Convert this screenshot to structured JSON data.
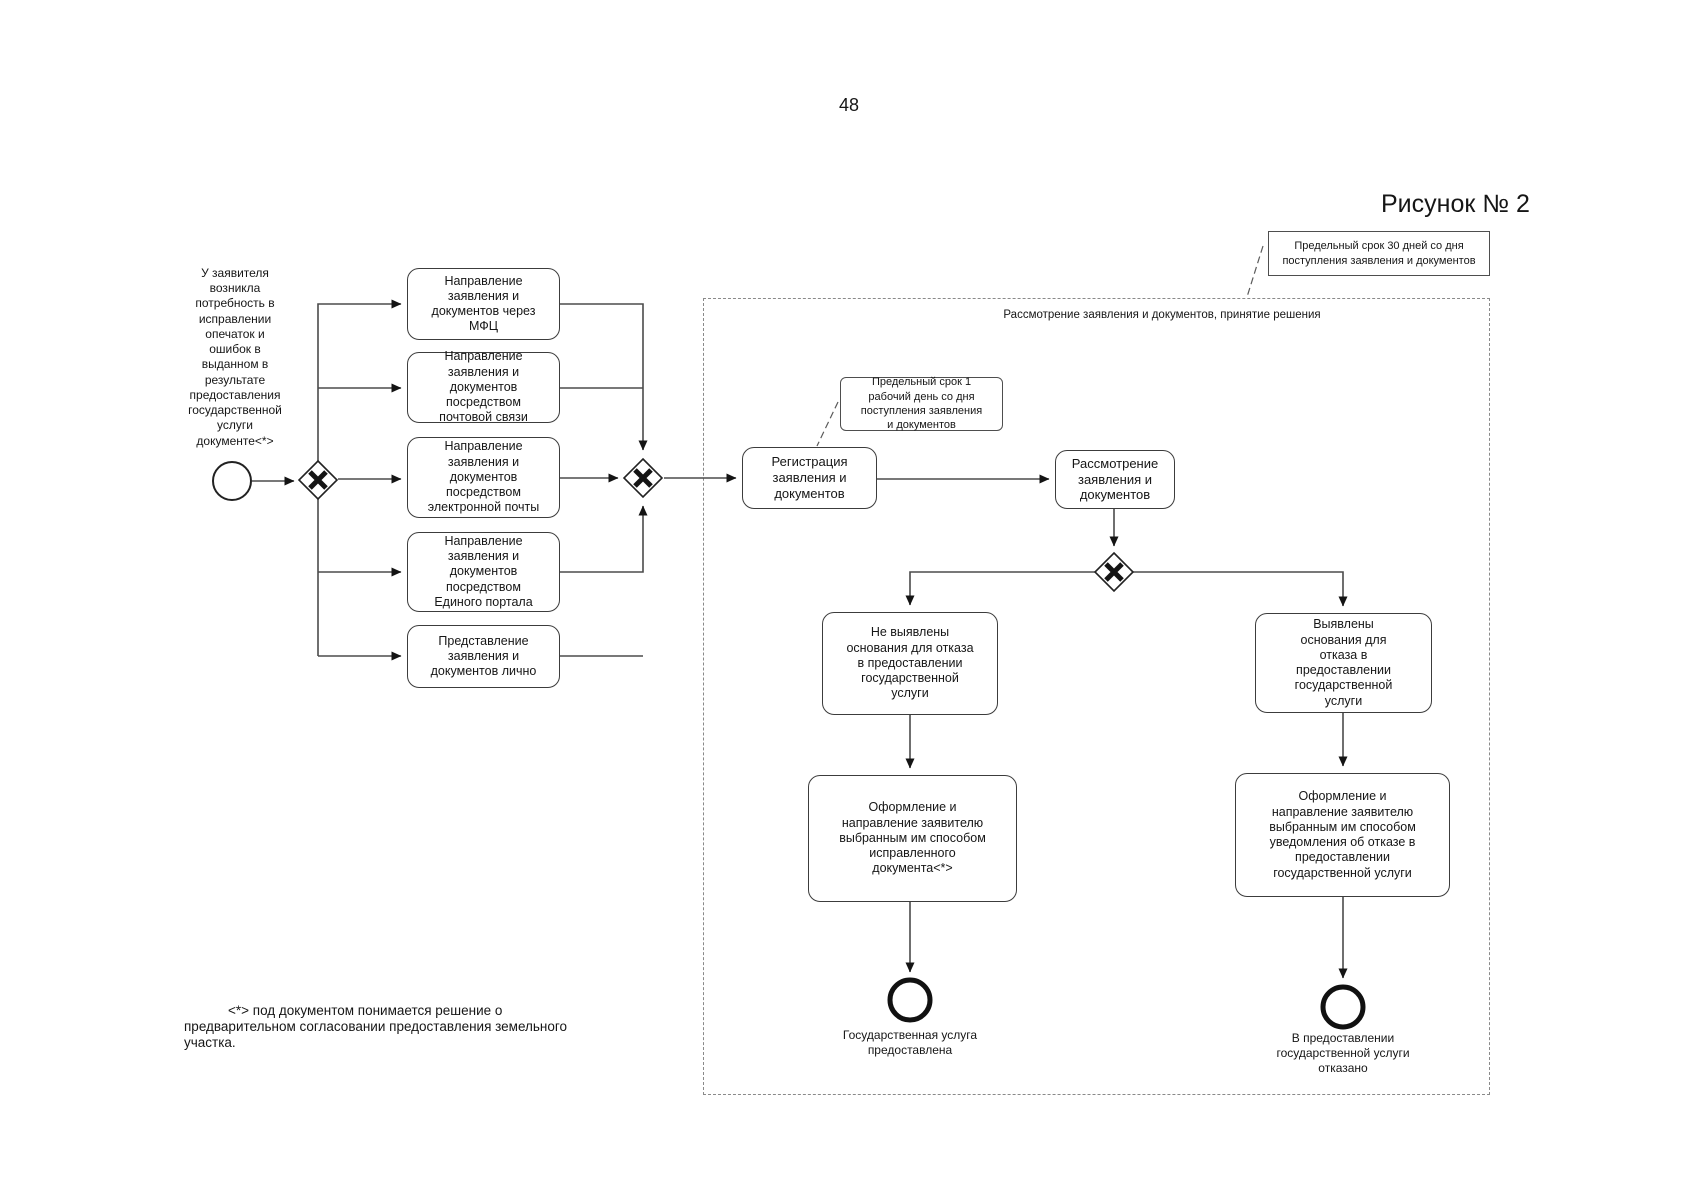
{
  "page": {
    "number": "48",
    "figure_caption": "Рисунок № 2",
    "footnote": "<*> под документом понимается решение о предварительном согласовании предоставления земельного участка."
  },
  "diagram": {
    "trigger_note": "У заявителя возникла потребность в исправлении опечаток и ошибок в выданном в результате предоставления государственной услуги документе<*>",
    "submission_channels": [
      {
        "label": "Направление заявления и документов через МФЦ"
      },
      {
        "label": "Направление заявления и документов посредством почтовой связи"
      },
      {
        "label": "Направление заявления и документов посредством электронной почты"
      },
      {
        "label": "Направление заявления и документов посредством Единого портала"
      },
      {
        "label": "Представление заявления и документов лично"
      }
    ],
    "subprocess": {
      "title": "Рассмотрение заявления и документов, принятие решения",
      "deadline_note_30_days": "Предельный срок 30 дней со дня поступления заявления и документов",
      "deadline_note_1_day": "Предельный срок 1 рабочий день со дня поступления заявления и документов",
      "task_registration": "Регистрация заявления и документов",
      "task_review": "Рассмотрение заявления и документов",
      "outcome_no_refusal_grounds": "Не выявлены основания для отказа в предоставлении государственной услуги",
      "outcome_refusal_grounds": "Выявлены основания для отказа в предоставлении государственной услуги",
      "task_issue_corrected_document": "Оформление и направление заявителю выбранным им способом исправленного документа<*>",
      "task_issue_refusal_notice": "Оформление и направление заявителю выбранным им способом уведомления об отказе в предоставлении государственной услуги",
      "end_service_provided": "Государственная услуга предоставлена",
      "end_service_refused": "В предоставлении государственной услуги отказано"
    }
  },
  "colors": {
    "ink": "#161616",
    "line": "#4b4b4b",
    "background": "#ffffff"
  }
}
